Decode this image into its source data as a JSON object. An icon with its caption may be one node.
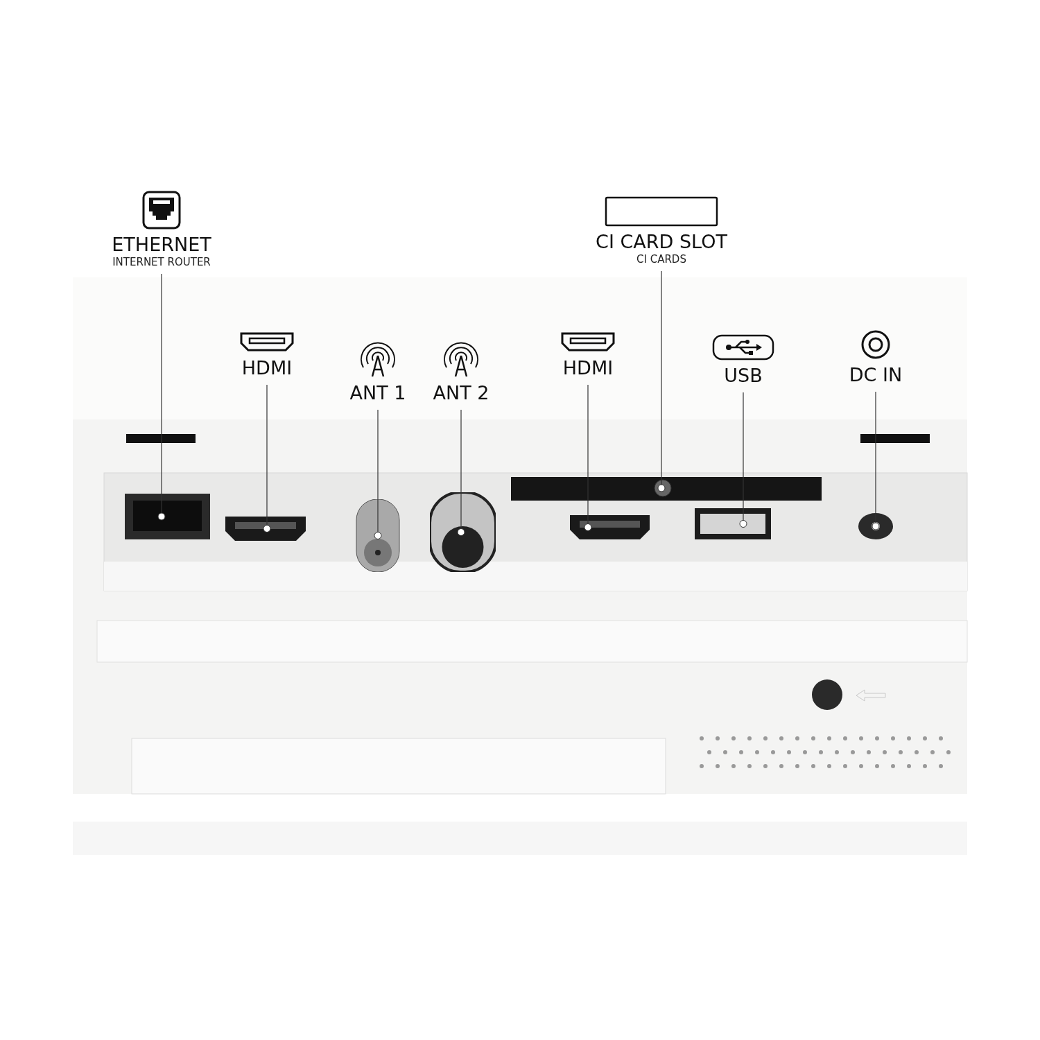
{
  "diagram": {
    "nodes": [
      {
        "text": [
          "ETHERNET",
          "INTERNET ROUTER"
        ]
      },
      {
        "text": [
          "CI CARD SLOT",
          "CI CARDS"
        ]
      },
      {
        "text": [
          "HDMI"
        ]
      },
      {
        "text": [
          "ANT 1"
        ]
      },
      {
        "text": [
          "ANT 2"
        ]
      },
      {
        "text": [
          "HDMI"
        ]
      },
      {
        "text": [
          "USB"
        ]
      },
      {
        "text": [
          "DC IN"
        ]
      },
      {
        "text": [],
        "shape": "picture"
      },
      {
        "text": [],
        "shape": "picture"
      },
      {
        "text": [],
        "shape": "picture"
      },
      {
        "text": [],
        "shape": "picture"
      },
      {
        "text": [],
        "shape": "circle"
      },
      {
        "text": [],
        "shape": "picture"
      },
      {
        "text": [],
        "shape": "picture"
      },
      {
        "text": [],
        "shape": "picture"
      }
    ],
    "edges": [
      {
        "from": 0,
        "to": 8,
        "arrow": "other"
      },
      {
        "from": 2,
        "to": 9,
        "arrow": "other"
      },
      {
        "from": 3,
        "to": 10,
        "arrow": "other"
      },
      {
        "from": 4,
        "to": 11,
        "arrow": "other"
      },
      {
        "from": 5,
        "to": 13,
        "arrow": "other"
      },
      {
        "from": 1,
        "to": 12,
        "arrow": "other"
      },
      {
        "from": 6,
        "to": 14,
        "arrow": "other"
      },
      {
        "from": 7,
        "to": 15,
        "arrow": "other"
      }
    ]
  }
}
